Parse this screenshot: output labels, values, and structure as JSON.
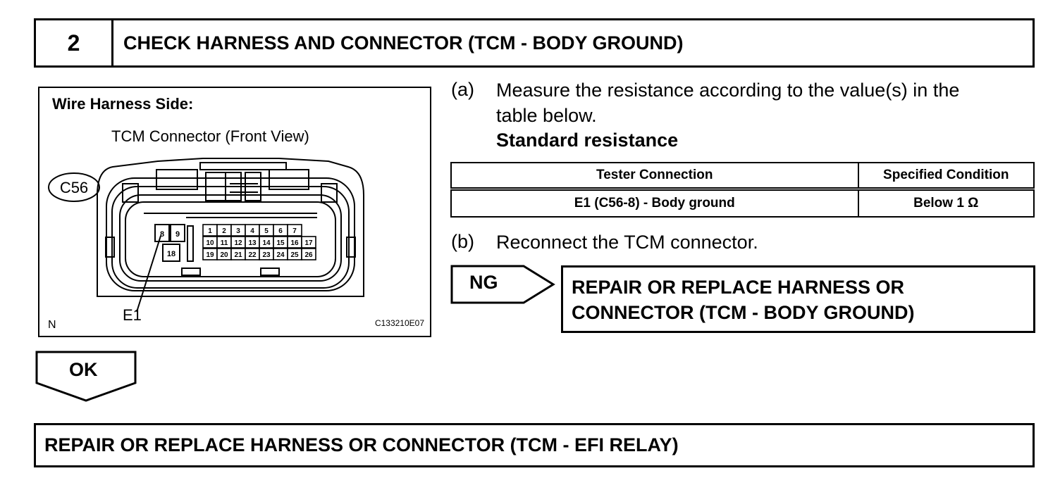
{
  "step": {
    "number": "2",
    "title": "CHECK HARNESS AND CONNECTOR (TCM - BODY GROUND)"
  },
  "figure": {
    "side_label": "Wire Harness Side:",
    "connector_label": "TCM Connector (Front View)",
    "connector_id": "C56",
    "terminal_callout": "E1",
    "corner_mark": "N",
    "figure_code": "C133210E07",
    "pins_row1": [
      "1",
      "2",
      "3",
      "4",
      "5",
      "6",
      "7"
    ],
    "pins_row2": [
      "10",
      "11",
      "12",
      "13",
      "14",
      "15",
      "16",
      "17"
    ],
    "pins_row3": [
      "19",
      "20",
      "21",
      "22",
      "23",
      "24",
      "25",
      "26"
    ],
    "pins_left_top": [
      "8",
      "9"
    ],
    "pin_left_bottom": "18"
  },
  "instructions": {
    "a_marker": "(a)",
    "a_line1": "Measure the resistance according to the value(s) in the",
    "a_line2": "table below.",
    "standard_label": "Standard resistance",
    "b_marker": "(b)",
    "b_text": "Reconnect the TCM connector."
  },
  "table": {
    "headers": [
      "Tester Connection",
      "Specified Condition"
    ],
    "rows": [
      [
        "E1 (C56-8) - Body ground",
        "Below 1 Ω"
      ]
    ]
  },
  "ng": {
    "label": "NG",
    "result_line1": "REPAIR OR REPLACE HARNESS OR",
    "result_line2": "CONNECTOR (TCM - BODY GROUND)"
  },
  "ok": {
    "label": "OK",
    "result": "REPAIR OR REPLACE HARNESS OR CONNECTOR (TCM - EFI RELAY)"
  }
}
